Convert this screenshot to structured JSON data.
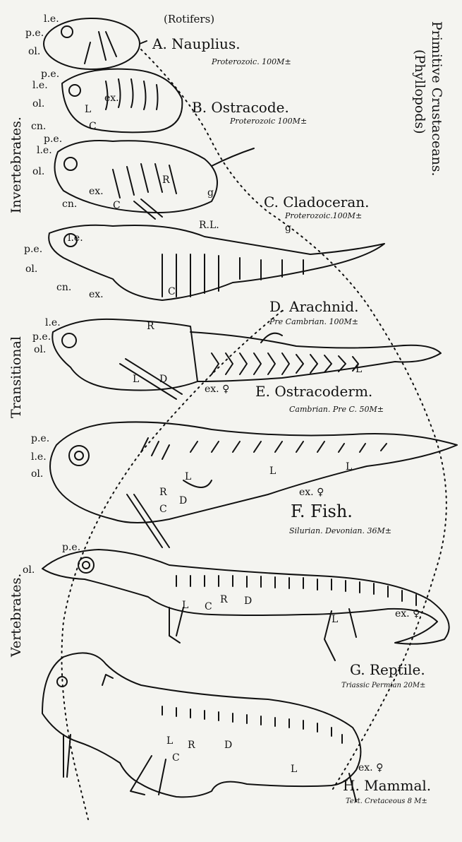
{
  "header": {
    "rotifers": "(Rotifers)"
  },
  "groups": {
    "invertebrates": "Invertebrates.",
    "transitional": "Transitional",
    "vertebrates": "Vertebrates.",
    "crustaceans_line1": "Primitive Crustaceans.",
    "crustaceans_line2": "(Phyllopods)"
  },
  "stages": [
    {
      "name": "A. Nauplius.",
      "period": "Proterozoic. 100M±"
    },
    {
      "name": "B. Ostracode.",
      "period": "Proterozoic 100M±"
    },
    {
      "name": "C. Cladoceran.",
      "period": "Proterozoic.100M±"
    },
    {
      "name": "D. Arachnid.",
      "period": "Pre Cambrian. 100M±"
    },
    {
      "name": "E. Ostracoderm.",
      "period": "Cambrian. Pre C. 50M±"
    },
    {
      "name": "F. Fish.",
      "period": "Silurian. Devonian. 36M±"
    },
    {
      "name": "G. Reptile.",
      "period": "Triassic Permian 20M±"
    },
    {
      "name": "H. Mammal.",
      "period": "Tert. Cretaceous 8 M±"
    }
  ],
  "parts": {
    "le": "l.e.",
    "pe": "p.e.",
    "ol": "ol.",
    "cn": "cn.",
    "ex": "ex.",
    "exs": "ex. ♀",
    "L": "L",
    "C": "C",
    "R": "R",
    "D": "D",
    "g": "g",
    "RL": "R.L."
  }
}
